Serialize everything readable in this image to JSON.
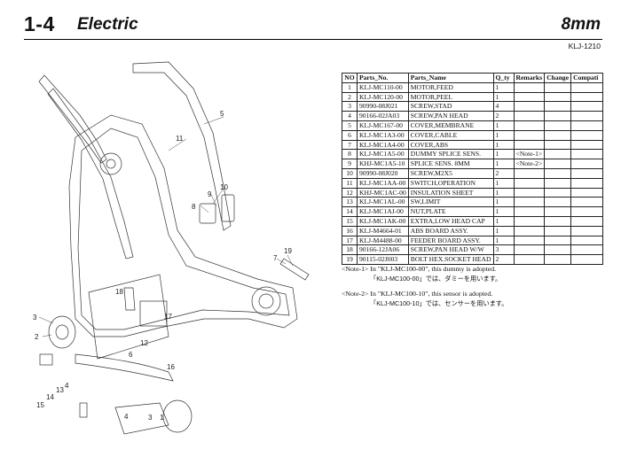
{
  "header": {
    "section_number": "1-4",
    "section_title": "Electric",
    "feeder_size": "8mm",
    "model_code": "KLJ-1210"
  },
  "diagram": {
    "callouts": [
      "1",
      "2",
      "3",
      "4",
      "5",
      "6",
      "7",
      "8",
      "9",
      "10",
      "11",
      "12",
      "13",
      "14",
      "15",
      "16",
      "17",
      "18",
      "19",
      "3",
      "4"
    ]
  },
  "parts_table": {
    "columns": [
      "NO",
      "Parts_No.",
      "Parts_Name",
      "Q_ty",
      "Remarks",
      "Change",
      "Compati"
    ],
    "rows": [
      {
        "no": "1",
        "part_no": "KLJ-MC110-00",
        "name": "MOTOR,FEED",
        "qty": "1",
        "remarks": "",
        "change": "",
        "compat": ""
      },
      {
        "no": "2",
        "part_no": "KLJ-MC120-00",
        "name": "MOTOR,PEEL",
        "qty": "1",
        "remarks": "",
        "change": "",
        "compat": ""
      },
      {
        "no": "3",
        "part_no": "90990-08J021",
        "name": "SCREW,STAD",
        "qty": "4",
        "remarks": "",
        "change": "",
        "compat": ""
      },
      {
        "no": "4",
        "part_no": "90166-02JA03",
        "name": "SCREW,PAN HEAD",
        "qty": "2",
        "remarks": "",
        "change": "",
        "compat": ""
      },
      {
        "no": "5",
        "part_no": "KLJ-MC167-00",
        "name": "COVER,MEMBRANE",
        "qty": "1",
        "remarks": "",
        "change": "",
        "compat": ""
      },
      {
        "no": "6",
        "part_no": "KLJ-MC1A3-00",
        "name": "COVER,CABLE",
        "qty": "1",
        "remarks": "",
        "change": "",
        "compat": ""
      },
      {
        "no": "7",
        "part_no": "KLJ-MC1A4-00",
        "name": "COVER,ABS",
        "qty": "1",
        "remarks": "",
        "change": "",
        "compat": ""
      },
      {
        "no": "8",
        "part_no": "KLJ-MC1A5-00",
        "name": "DUMMY SPLICE SENS.",
        "qty": "1",
        "remarks": "<Note-1>",
        "change": "",
        "compat": ""
      },
      {
        "no": "9",
        "part_no": "KHJ-MC1A5-10",
        "name": "SPLICE SENS. 8MM",
        "qty": "1",
        "remarks": "<Note-2>",
        "change": "",
        "compat": ""
      },
      {
        "no": "10",
        "part_no": "90990-08J020",
        "name": "SCREW,M2X5",
        "qty": "2",
        "remarks": "",
        "change": "",
        "compat": ""
      },
      {
        "no": "11",
        "part_no": "KLJ-MC1AA-00",
        "name": "SWITCH,OPERATION",
        "qty": "1",
        "remarks": "",
        "change": "",
        "compat": ""
      },
      {
        "no": "12",
        "part_no": "KHJ-MC1AC-00",
        "name": "INSULATION SHEET",
        "qty": "1",
        "remarks": "",
        "change": "",
        "compat": ""
      },
      {
        "no": "13",
        "part_no": "KLJ-MC1AL-00",
        "name": "SW,LIMIT",
        "qty": "1",
        "remarks": "",
        "change": "",
        "compat": ""
      },
      {
        "no": "14",
        "part_no": "KLJ-MC1AJ-00",
        "name": "NUT,PLATE",
        "qty": "1",
        "remarks": "",
        "change": "",
        "compat": ""
      },
      {
        "no": "15",
        "part_no": "KLJ-MC1AK-00",
        "name": "EXTRA,LOW HEAD CAP",
        "qty": "1",
        "remarks": "",
        "change": "",
        "compat": ""
      },
      {
        "no": "16",
        "part_no": "KLJ-M4664-01",
        "name": "ABS BOARD ASSY.",
        "qty": "1",
        "remarks": "",
        "change": "",
        "compat": ""
      },
      {
        "no": "17",
        "part_no": "KLJ-M4488-00",
        "name": "FEEDER BOARD ASSY.",
        "qty": "1",
        "remarks": "",
        "change": "",
        "compat": ""
      },
      {
        "no": "18",
        "part_no": "90166-12JA06",
        "name": "SCREW,PAN HEAD W/W",
        "qty": "3",
        "remarks": "",
        "change": "",
        "compat": ""
      },
      {
        "no": "19",
        "part_no": "90115-02J003",
        "name": "BOLT HEX.SOCKET HEAD",
        "qty": "2",
        "remarks": "",
        "change": "",
        "compat": ""
      }
    ]
  },
  "notes": {
    "note1_en": "<Note-1> In \"KLJ-MC100-00\", this dummy is adopted.",
    "note1_jp": "「KLJ-MC100-00」では、ダミーを用います。",
    "note2_en": "<Note-2> In \"KLJ-MC100-10\", this sensor is adopted.",
    "note2_jp": "「KLJ-MC100-10」では、センサーを用います。"
  }
}
